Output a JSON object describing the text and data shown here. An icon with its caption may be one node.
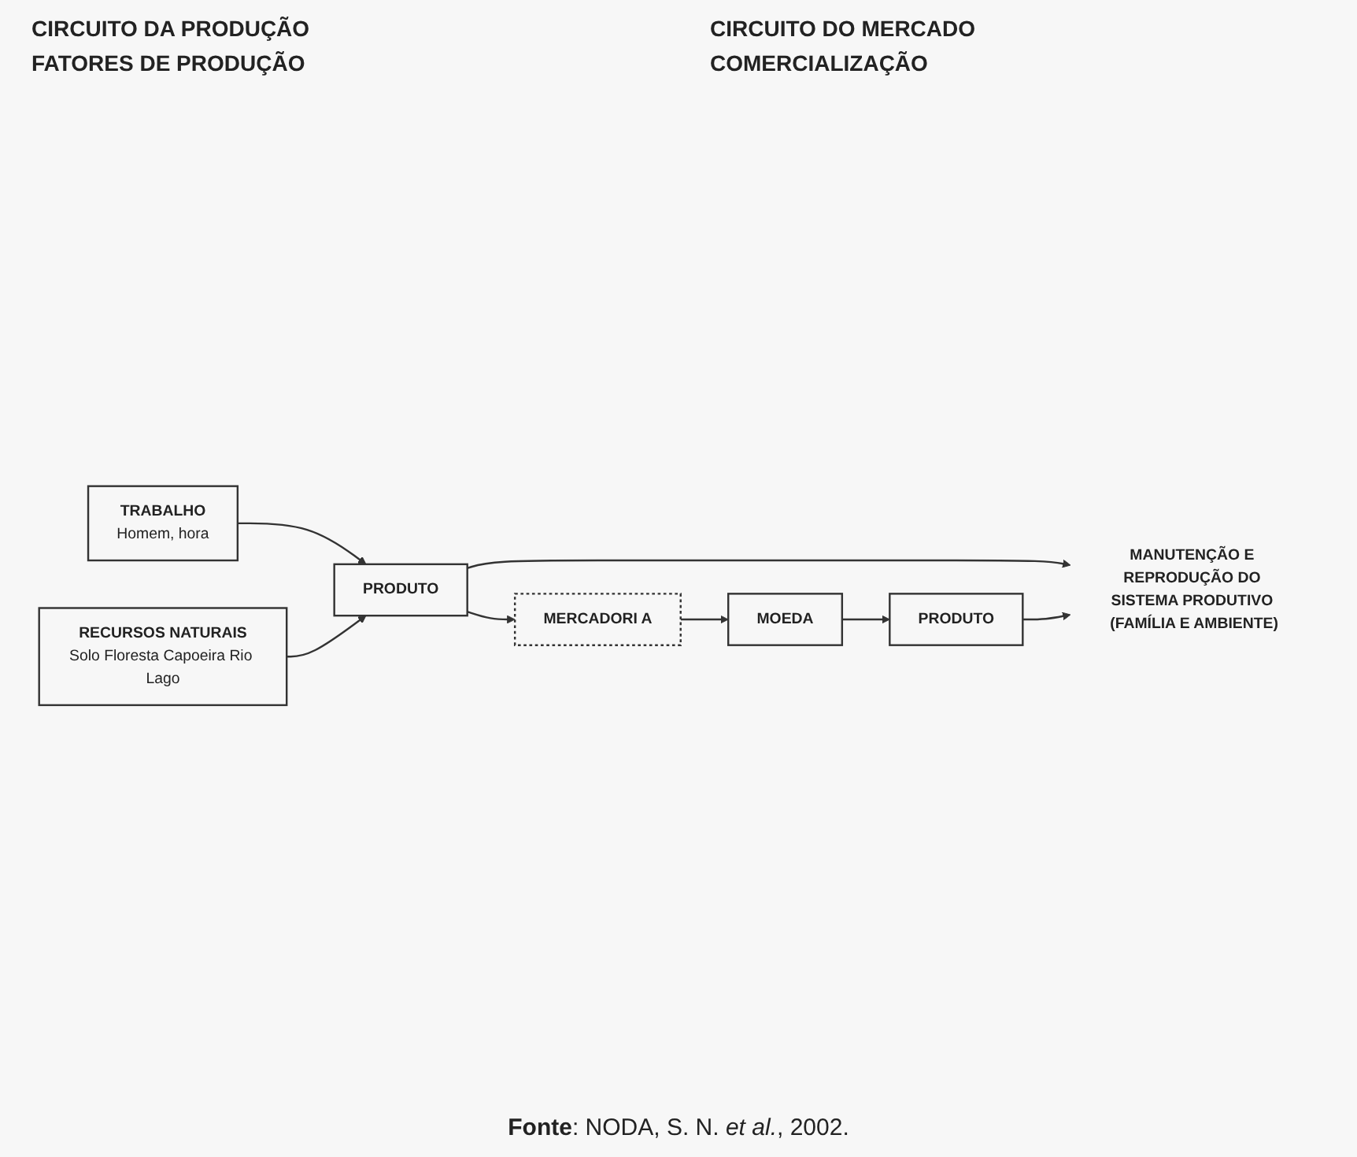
{
  "diagram": {
    "caption": "**Fonte**: NODA, S. N. *et al.*, 2002.",
    "nodes": [
      {
        "text": [
          "TRABALHO",
          "Homem, hora"
        ]
      },
      {
        "text": [
          "RECURSOS NATURAIS",
          "Solo Floresta Capoeira Rio Lago"
        ]
      },
      {
        "text": [
          "PRODUTO"
        ]
      },
      {
        "text": [
          "MERCADORI A"
        ]
      },
      {
        "text": [
          "MOEDA"
        ]
      },
      {
        "text": [
          "PRODUTO"
        ]
      },
      {
        "text": [
          "MANUTENÇÃO E REPRODUÇÃO DO SISTEMA PRODUTIVO (FAMÍLIA E AMBIENTE)"
        ]
      }
    ],
    "edges": [
      {
        "from": 0,
        "to": 2,
        "arrow": "to"
      },
      {
        "from": 1,
        "to": 2,
        "arrow": "to"
      },
      {
        "from": 2,
        "to": 3,
        "arrow": "to"
      },
      {
        "from": 3,
        "to": 4,
        "arrow": "to"
      },
      {
        "from": 4,
        "to": 5,
        "arrow": "to"
      },
      {
        "from": 2,
        "to": 6,
        "arrow": "to"
      },
      {
        "from": 5,
        "to": 6,
        "arrow": "to"
      }
    ],
    "labels": [
      "CIRCUITO DA PRODUÇÃO",
      "CIRCUITO DO MERCADO",
      "FATORES DE PRODUÇÃO",
      "COMERCIALIZAÇÃO"
    ]
  }
}
